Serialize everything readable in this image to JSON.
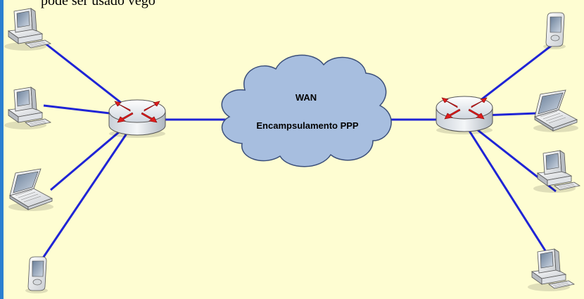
{
  "header": {
    "partial_text": "pode ser usado vego"
  },
  "cloud": {
    "title": "WAN",
    "subtitle": "Encampsulamento PPP"
  },
  "colors": {
    "background": "#fefdd2",
    "link": "#1f24d6",
    "cloud_fill": "#a7bedf",
    "cloud_stroke": "#3b4f7a",
    "router_arrow": "#e01b1b",
    "accent_bar": "#2b7fd0"
  },
  "icons": {
    "left_devices": [
      "desktop-computer-icon",
      "desktop-computer-icon",
      "laptop-icon",
      "pda-icon"
    ],
    "right_devices": [
      "pda-icon",
      "laptop-icon",
      "desktop-computer-icon",
      "desktop-computer-icon"
    ],
    "routers": [
      "router-icon",
      "router-icon"
    ],
    "wan": "cloud-icon"
  }
}
